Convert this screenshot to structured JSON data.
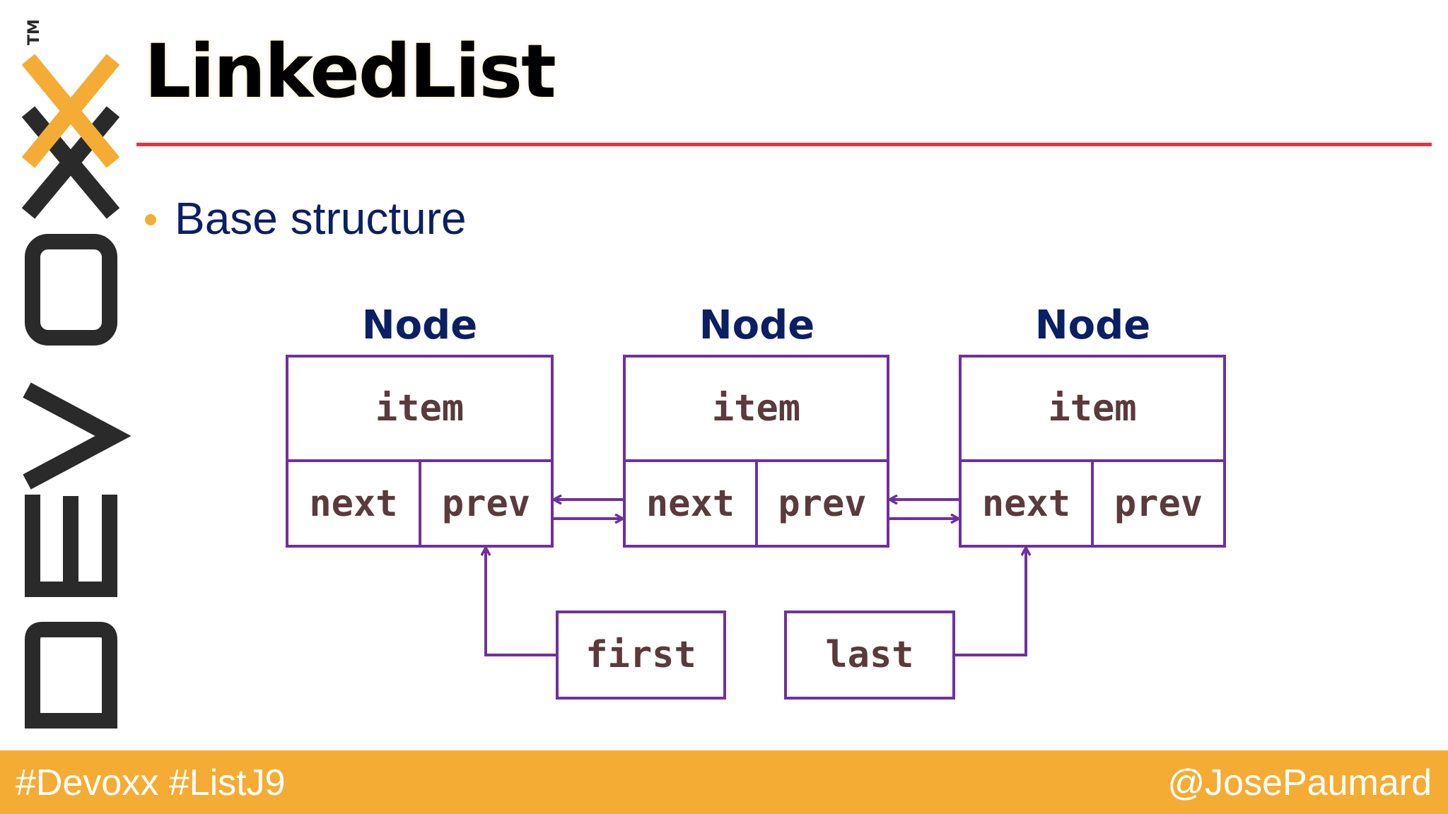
{
  "slide": {
    "title": "LinkedList",
    "bullet": "Base structure",
    "logo_text": "DEVOXX™",
    "colors": {
      "accent": "#f5ac35",
      "rule": "#e8323f",
      "diagram": "#7030a0",
      "text_navy": "#0c1f63",
      "code": "#5a3a3c"
    }
  },
  "diagram": {
    "nodes": [
      {
        "label": "Node",
        "item": "item",
        "next": "next",
        "prev": "prev"
      },
      {
        "label": "Node",
        "item": "item",
        "next": "next",
        "prev": "prev"
      },
      {
        "label": "Node",
        "item": "item",
        "next": "next",
        "prev": "prev"
      }
    ],
    "first": "first",
    "last": "last"
  },
  "footer": {
    "hashtags": "#Devoxx #ListJ9",
    "handle": "@JosePaumard"
  }
}
